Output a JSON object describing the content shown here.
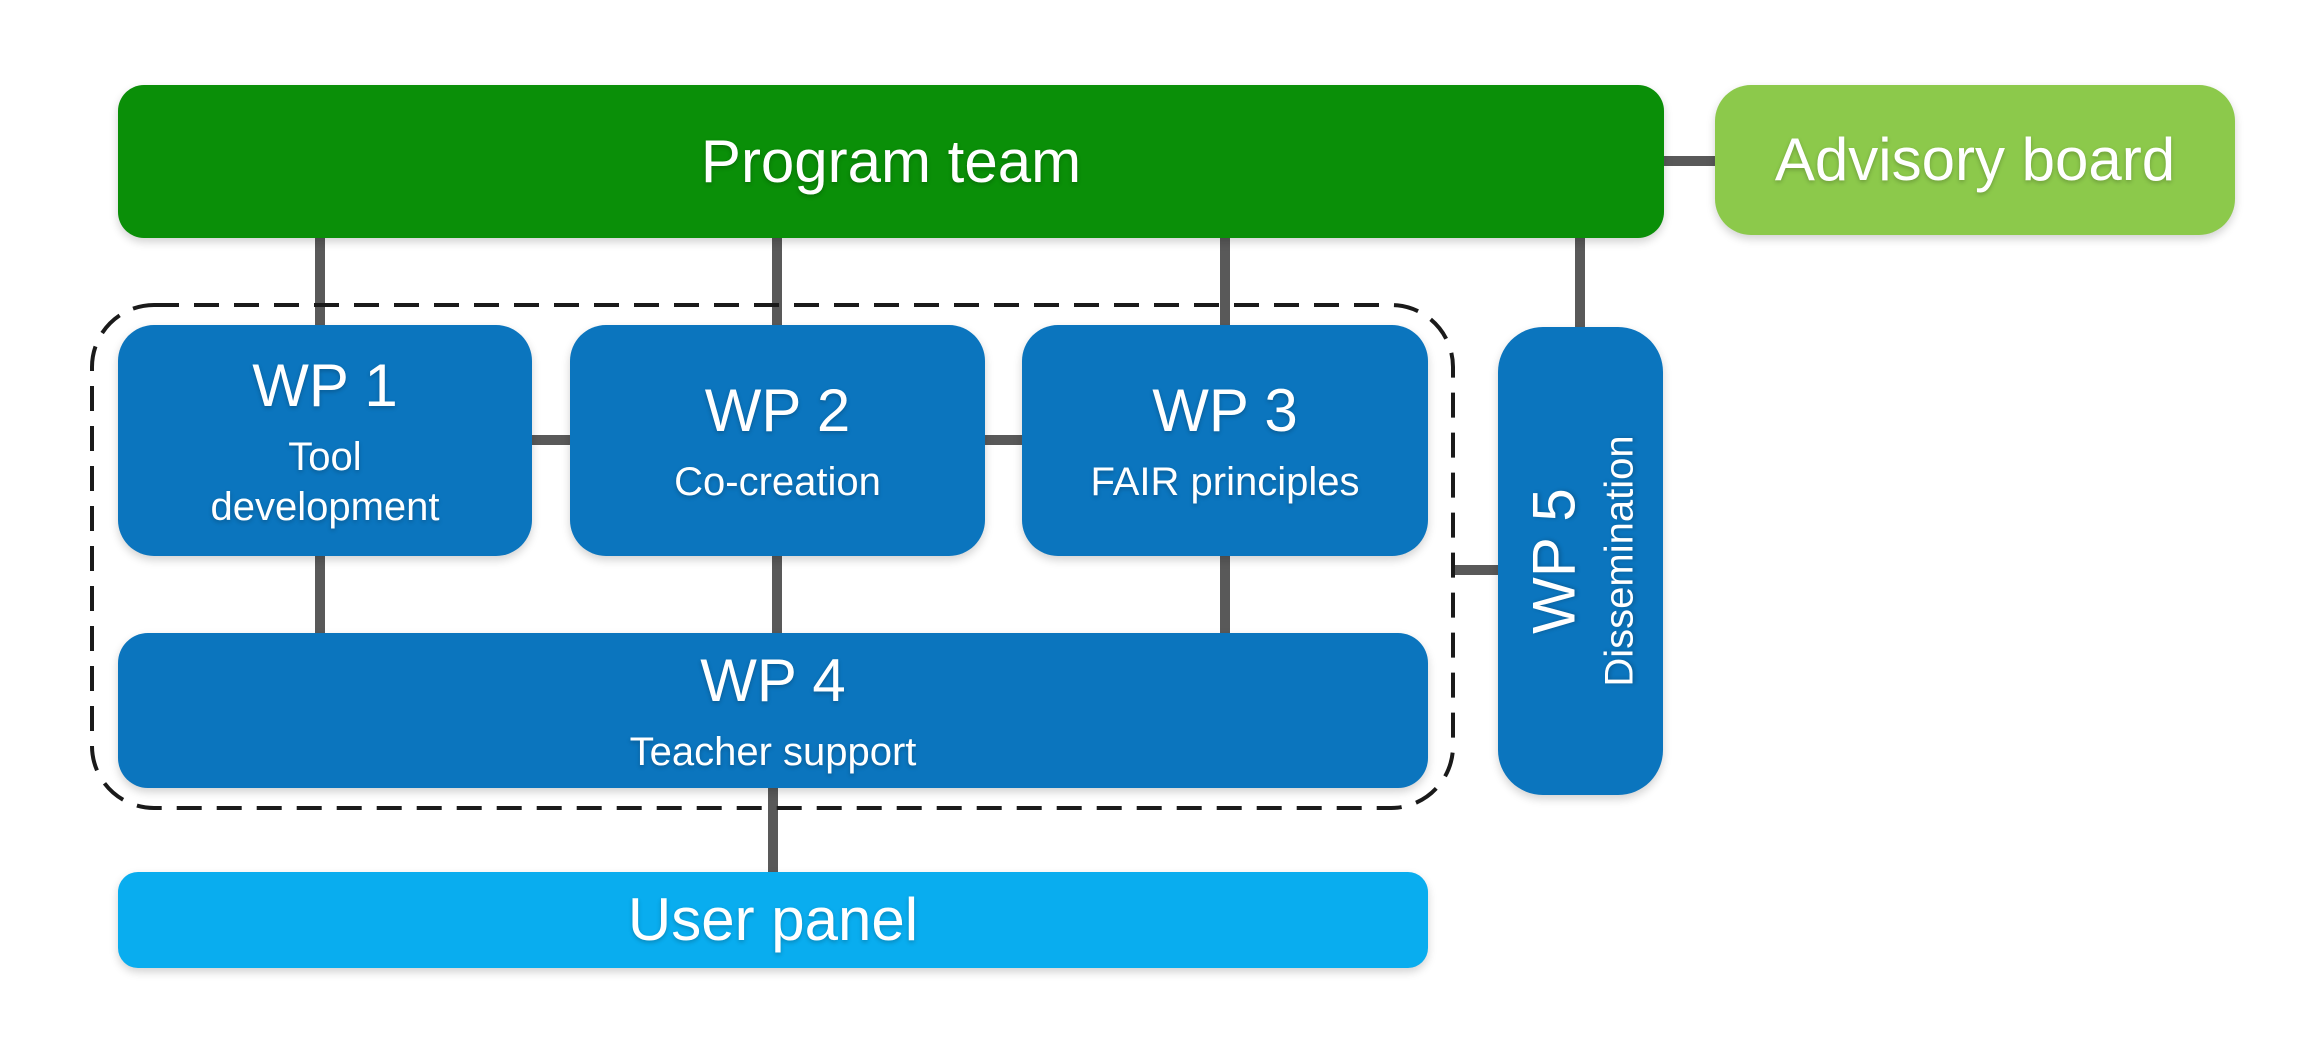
{
  "diagram": {
    "nodes": {
      "program_team": {
        "label": "Program team"
      },
      "advisory_board": {
        "label": "Advisory board"
      },
      "wp1": {
        "title": "WP 1",
        "subtitle": "Tool development"
      },
      "wp2": {
        "title": "WP 2",
        "subtitle": "Co-creation"
      },
      "wp3": {
        "title": "WP 3",
        "subtitle": "FAIR principles"
      },
      "wp4": {
        "title": "WP 4",
        "subtitle": "Teacher support"
      },
      "wp5": {
        "title": "WP 5",
        "subtitle": "Dissemination"
      },
      "user_panel": {
        "label": "User panel"
      }
    },
    "edges": [
      {
        "from": "program_team",
        "to": "advisory_board"
      },
      {
        "from": "program_team",
        "to": "wp1"
      },
      {
        "from": "program_team",
        "to": "wp2"
      },
      {
        "from": "program_team",
        "to": "wp3"
      },
      {
        "from": "program_team",
        "to": "wp5"
      },
      {
        "from": "wp1",
        "to": "wp2"
      },
      {
        "from": "wp2",
        "to": "wp3"
      },
      {
        "from": "wp1",
        "to": "wp4"
      },
      {
        "from": "wp2",
        "to": "wp4"
      },
      {
        "from": "wp3",
        "to": "wp4"
      },
      {
        "from": "wp4",
        "to": "user_panel"
      },
      {
        "from": "wp_group_outline",
        "to": "wp5"
      }
    ]
  },
  "colors": {
    "green-dark": "#0a8f08",
    "green-light": "#8cc94b",
    "blue": "#0b75be",
    "cyan": "#09adef",
    "connector": "#595959",
    "outline": "#1a1a1a"
  }
}
